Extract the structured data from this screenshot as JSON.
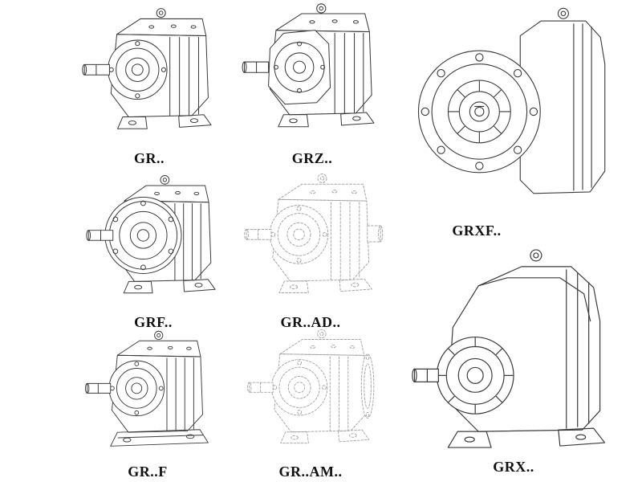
{
  "page": {
    "background": "#ffffff"
  },
  "colors": {
    "line": "#3b3b3b",
    "line_dashed": "#a6a6a6",
    "label": "#111111"
  },
  "figure": {
    "description": "Catalog sheet of helical gear reducer models shown as technical line drawings",
    "items": [
      {
        "id": "gr",
        "label": "GR..",
        "line_style": "solid"
      },
      {
        "id": "grz",
        "label": "GRZ..",
        "line_style": "solid"
      },
      {
        "id": "grxf",
        "label": "GRXF..",
        "line_style": "solid"
      },
      {
        "id": "grf",
        "label": "GRF..",
        "line_style": "solid"
      },
      {
        "id": "gr-ad",
        "label": "GR..AD..",
        "line_style": "dashed"
      },
      {
        "id": "grx",
        "label": "GRX..",
        "line_style": "solid"
      },
      {
        "id": "gr-f",
        "label": "GR..F",
        "line_style": "solid"
      },
      {
        "id": "gr-am",
        "label": "GR..AM..",
        "line_style": "dashed"
      }
    ]
  }
}
